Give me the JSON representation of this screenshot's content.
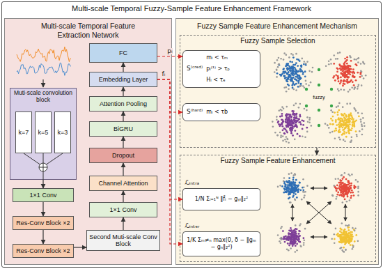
{
  "diagram": {
    "title": "Multi-scale Temporal Fuzzy-Sample Feature Enhancement Framework",
    "nodes": [
      {
        "text": [
          "Multi-scale Temporal Feature Extraction Network"
        ]
      },
      {
        "text": [
          "Muti-scale convolution block"
        ],
        "in": 0
      },
      {
        "text": [
          "k=7"
        ],
        "in": 1
      },
      {
        "text": [
          "k=5"
        ],
        "in": 1
      },
      {
        "text": [
          "k=3"
        ],
        "in": 1
      },
      {
        "text": [
          "1×1 Conv"
        ],
        "in": 0
      },
      {
        "text": [
          "Res-Conv Block ×2"
        ],
        "in": 0
      },
      {
        "text": [
          "Res-Conv Block ×2"
        ],
        "in": 0
      },
      {
        "text": [
          "FC"
        ],
        "in": 0
      },
      {
        "text": [
          "Embedding Layer"
        ],
        "in": 0
      },
      {
        "text": [
          "Attention Pooling"
        ],
        "in": 0
      },
      {
        "text": [
          "BiGRU"
        ],
        "in": 0
      },
      {
        "text": [
          "Dropout"
        ],
        "in": 0
      },
      {
        "text": [
          "Channel Attention"
        ],
        "in": 0
      },
      {
        "text": [
          "1×1 Conv"
        ],
        "in": 0
      },
      {
        "text": [
          "Second Muti-scale Conv Block"
        ],
        "in": 0
      },
      {
        "text": [
          "Fuzzy Sample Feature Enhancement Mechanism"
        ]
      },
      {
        "text": [
          "Fuzzy Sample Selection"
        ],
        "in": 16
      },
      {
        "text": [
          "S⁽ᶜʳᵉᵈ⁾",
          "mᵢ < τₘ",
          "pᵢ⁽¹⁾ > τₚ",
          "Hᵢ < τₑ"
        ],
        "in": 17
      },
      {
        "text": [
          "S⁽ʰᵃʳᵈ⁾",
          "mᵢ < τb"
        ],
        "in": 17
      },
      {
        "text": [
          "Fuzzy Sample Feature Enhancement"
        ],
        "in": 16
      },
      {
        "text": [
          "ℒᵢₙₜᵣₐ",
          "1/N Σᵢ₌₁ᴺ ‖f̂ᵢ − gᵧᵢ‖₂²"
        ],
        "in": 20
      },
      {
        "text": [
          "ℒᵢₙₜₑᵣ",
          "1/K Σₘ≠ₙ max(0, δ − ‖gₘ − gₙ‖₂²)"
        ],
        "in": 20
      }
    ],
    "edges": [
      {
        "from": 1,
        "to": 5,
        "arrow": "to"
      },
      {
        "from": 5,
        "to": 6,
        "arrow": "to"
      },
      {
        "from": 6,
        "to": 7,
        "arrow": "to"
      },
      {
        "from": 7,
        "to": 15,
        "arrow": "to"
      },
      {
        "from": 15,
        "to": 14,
        "arrow": "to"
      },
      {
        "from": 14,
        "to": 13,
        "arrow": "to"
      },
      {
        "from": 13,
        "to": 12,
        "arrow": "to"
      },
      {
        "from": 12,
        "to": 11,
        "arrow": "to"
      },
      {
        "from": 11,
        "to": 10,
        "arrow": "to"
      },
      {
        "from": 10,
        "to": 9,
        "arrow": "to"
      },
      {
        "from": 9,
        "to": 8,
        "arrow": "to"
      },
      {
        "from": 8,
        "to": 18,
        "label": "pᵢ",
        "arrow": "to"
      },
      {
        "from": 9,
        "to": 19,
        "label": "fᵢ",
        "arrow": "to"
      },
      {
        "from": 9,
        "to": 21,
        "arrow": "to"
      },
      {
        "from": 9,
        "to": 22,
        "arrow": "to"
      },
      {
        "from": 17,
        "to": 20,
        "arrow": "to"
      }
    ],
    "labels": [
      "fuzzy"
    ]
  }
}
